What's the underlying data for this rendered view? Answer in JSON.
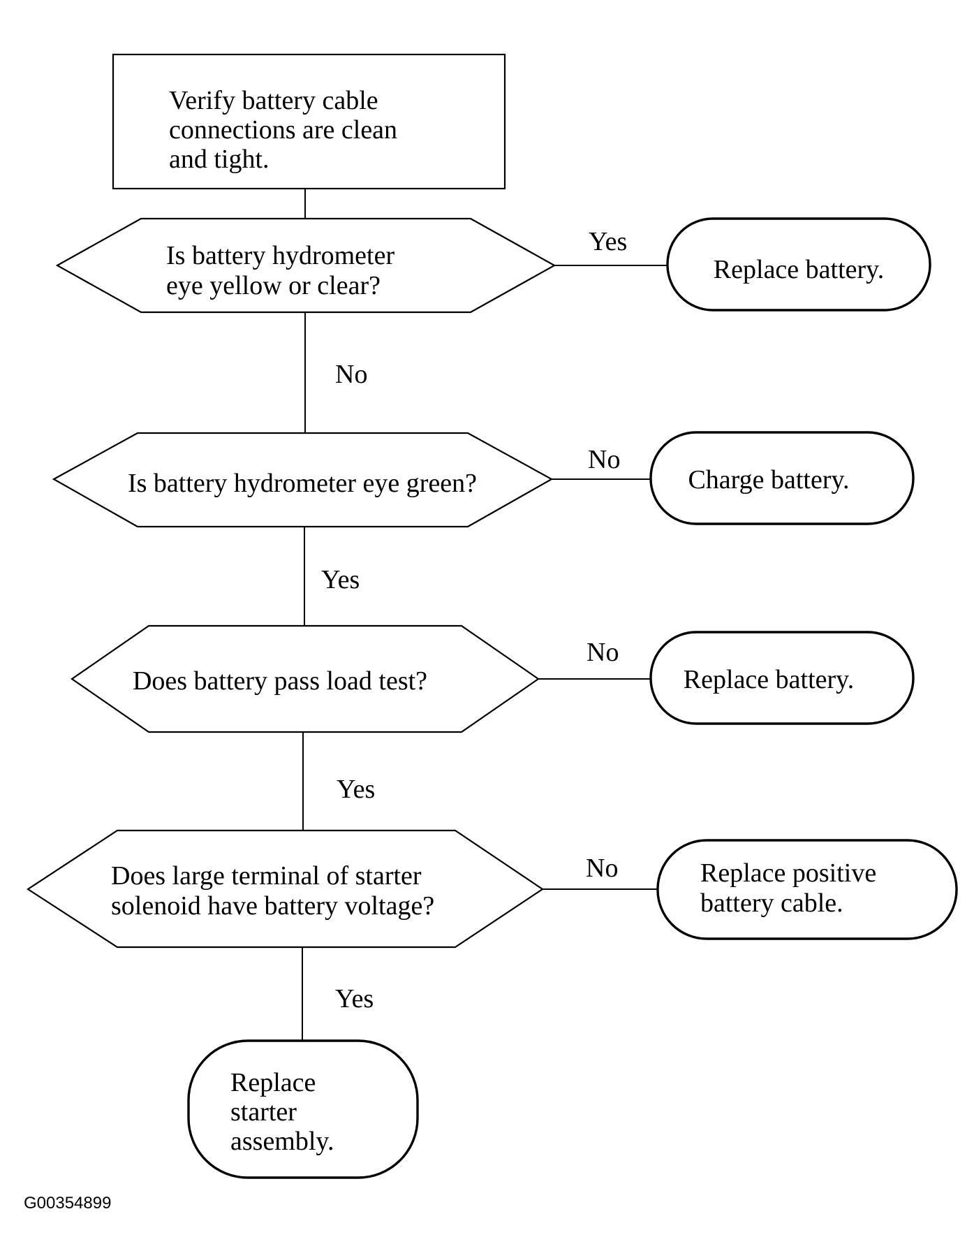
{
  "flowchart": {
    "start": {
      "lines": [
        "Verify battery cable",
        "connections are clean",
        "and tight."
      ]
    },
    "decisions": [
      {
        "lines": [
          "Is battery hydrometer",
          "eye yellow or clear?"
        ],
        "branch_label": "Yes",
        "result": [
          "Replace battery."
        ],
        "continue_label": "No"
      },
      {
        "lines": [
          "Is battery hydrometer eye green?"
        ],
        "branch_label": "No",
        "result": [
          "Charge battery."
        ],
        "continue_label": "Yes"
      },
      {
        "lines": [
          "Does battery pass load test?"
        ],
        "branch_label": "No",
        "result": [
          "Replace battery."
        ],
        "continue_label": "Yes"
      },
      {
        "lines": [
          "Does large terminal of starter",
          "solenoid have battery voltage?"
        ],
        "branch_label": "No",
        "result": [
          "Replace positive",
          "battery cable."
        ],
        "continue_label": "Yes"
      }
    ],
    "end": {
      "lines": [
        "Replace",
        "starter",
        "assembly."
      ]
    }
  },
  "figure_code": "G00354899"
}
